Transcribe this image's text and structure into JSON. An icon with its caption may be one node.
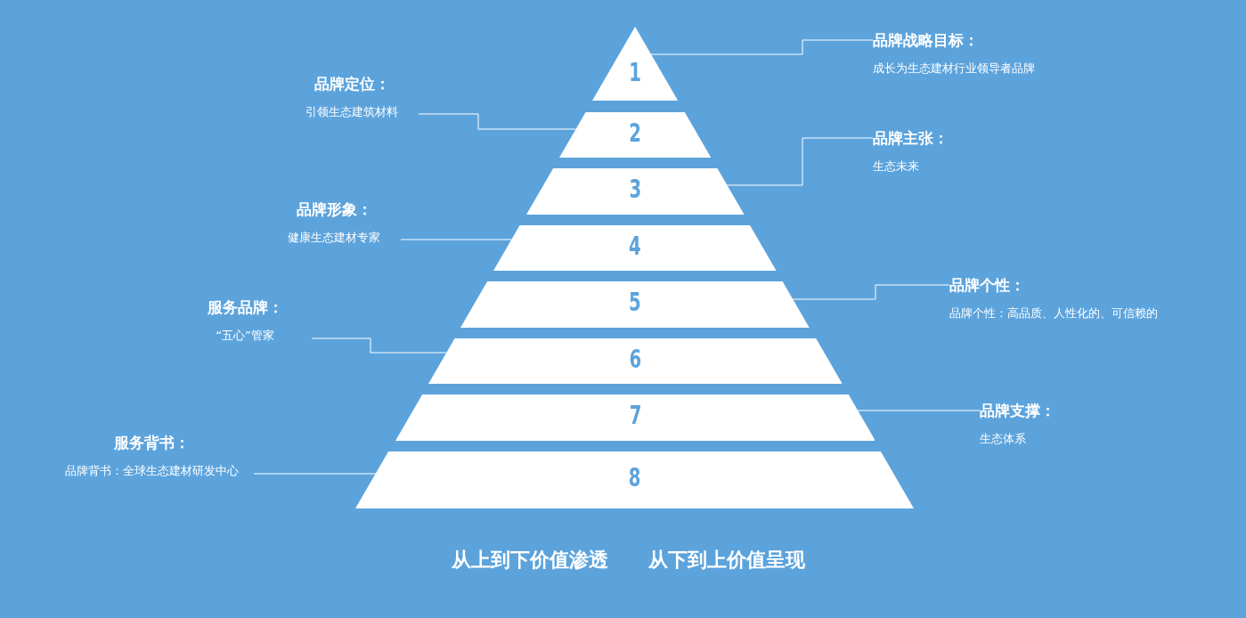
{
  "diagram": {
    "nodes": [
      {
        "text": [
          "1"
        ]
      },
      {
        "text": [
          "2"
        ]
      },
      {
        "text": [
          "3"
        ]
      },
      {
        "text": [
          "4"
        ]
      },
      {
        "text": [
          "5"
        ]
      },
      {
        "text": [
          "6"
        ]
      },
      {
        "text": [
          "7"
        ]
      },
      {
        "text": [
          "8"
        ]
      },
      {
        "text": [
          "品牌战略目标：",
          "成长为生态建材行业领导者品牌"
        ]
      },
      {
        "text": [
          "品牌定位：",
          "引领生态建筑材料"
        ]
      },
      {
        "text": [
          "品牌主张：",
          "生态未来"
        ]
      },
      {
        "text": [
          "品牌形象：",
          "健康生态建材专家"
        ]
      },
      {
        "text": [
          "品牌个性：",
          "品牌个性：高品质、人性化的、可信赖的"
        ]
      },
      {
        "text": [
          "服务品牌：",
          "“五心”管家"
        ]
      },
      {
        "text": [
          "品牌支撑：",
          "生态体系"
        ]
      },
      {
        "text": [
          "服务背书：",
          "品牌背书：全球生态建材研发中心"
        ]
      }
    ],
    "edges": [
      {
        "from": 8,
        "to": 0,
        "arrow": "none"
      },
      {
        "from": 9,
        "to": 1,
        "arrow": "none"
      },
      {
        "from": 10,
        "to": 2,
        "arrow": "none"
      },
      {
        "from": 11,
        "to": 3,
        "arrow": "none"
      },
      {
        "from": 12,
        "to": 4,
        "arrow": "none"
      },
      {
        "from": 13,
        "to": 5,
        "arrow": "none"
      },
      {
        "from": 14,
        "to": 6,
        "arrow": "none"
      },
      {
        "from": 15,
        "to": 7,
        "arrow": "none"
      }
    ],
    "labels": [
      "从上到下价值渗透",
      "从下到上价值呈现"
    ]
  }
}
